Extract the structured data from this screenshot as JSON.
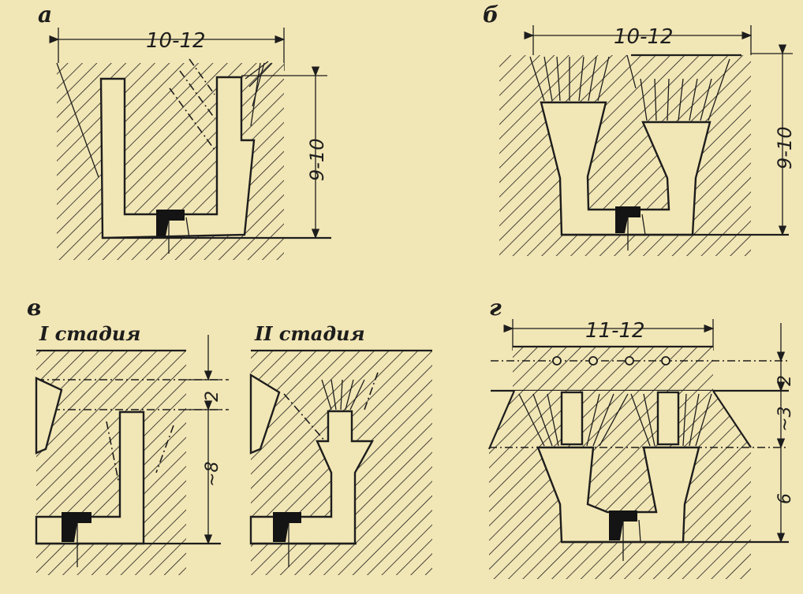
{
  "panels": {
    "a": {
      "label": "а",
      "width_dim": "10-12",
      "height_dim": "9-10"
    },
    "b": {
      "label": "б",
      "width_dim": "10-12",
      "height_dim": "9-10"
    },
    "v": {
      "label": "в",
      "stage1": "I стадия",
      "stage2": "II стадия",
      "dim_top": "2",
      "dim_main": "~8"
    },
    "g": {
      "label": "г",
      "width_dim": "11-12",
      "dim_top": "2",
      "dim_mid": "~3",
      "dim_bottom": "6"
    }
  }
}
